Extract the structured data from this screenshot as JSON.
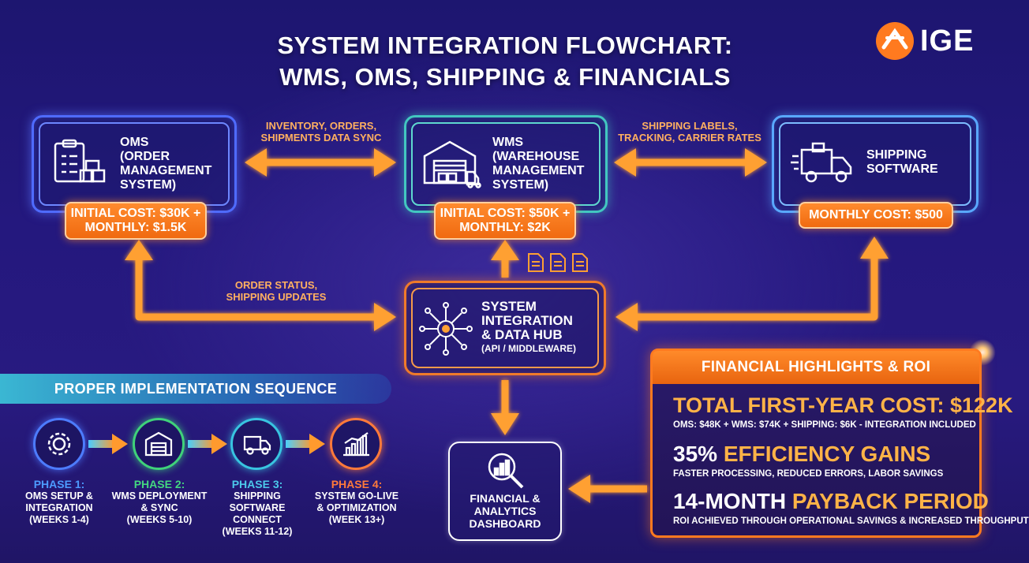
{
  "title": {
    "line1": "SYSTEM INTEGRATION FLOWCHART:",
    "line2": "WMS, OMS, SHIPPING & FINANCIALS"
  },
  "logo": {
    "text": "IGE"
  },
  "nodes": {
    "oms": {
      "line1": "OMS",
      "line2": "(ORDER",
      "line3": "MANAGEMENT",
      "line4": "SYSTEM)",
      "cost_line1": "INITIAL COST: $30K +",
      "cost_line2": "MONTHLY: $1.5K"
    },
    "wms": {
      "line1": "WMS",
      "line2": "(WAREHOUSE",
      "line3": "MANAGEMENT",
      "line4": "SYSTEM)",
      "cost_line1": "INITIAL COST: $50K +",
      "cost_line2": "MONTHLY: $2K"
    },
    "shipping": {
      "line1": "SHIPPING",
      "line2": "SOFTWARE",
      "cost_line1": "MONTHLY COST: $500"
    },
    "hub": {
      "line1": "SYSTEM",
      "line2": "INTEGRATION",
      "line3": "& DATA HUB",
      "line4": "(API / MIDDLEWARE)"
    },
    "dashboard": {
      "line1": "FINANCIAL &",
      "line2": "ANALYTICS",
      "line3": "DASHBOARD"
    }
  },
  "flows": {
    "oms_wms": {
      "line1": "INVENTORY, ORDERS,",
      "line2": "SHIPMENTS DATA SYNC"
    },
    "wms_shipping": {
      "line1": "SHIPPING LABELS,",
      "line2": "TRACKING, CARRIER RATES"
    },
    "hub_oms": {
      "line1": "ORDER STATUS,",
      "line2": "SHIPPING UPDATES"
    }
  },
  "implementation": {
    "heading": "PROPER IMPLEMENTATION SEQUENCE",
    "phases": [
      {
        "title": "PHASE 1:",
        "line1": "OMS SETUP &",
        "line2": "INTEGRATION",
        "line3": "(WEEKS 1-4)",
        "color": "#4d9bff",
        "icon": "gear-icon"
      },
      {
        "title": "PHASE 2:",
        "line1": "WMS DEPLOYMENT",
        "line2": "& SYNC",
        "line3": "(WEEKS 5-10)",
        "color": "#44d880",
        "icon": "warehouse-icon"
      },
      {
        "title": "PHASE 3:",
        "line1": "SHIPPING SOFTWARE",
        "line2": "CONNECT",
        "line3": "(WEEKS 11-12)",
        "color": "#4cc9ea",
        "icon": "truck-icon"
      },
      {
        "title": "PHASE 4:",
        "line1": "SYSTEM GO-LIVE",
        "line2": "& OPTIMIZATION",
        "line3": "(WEEK 13+)",
        "color": "#ff7a3a",
        "icon": "growth-chart-icon"
      }
    ]
  },
  "financials": {
    "heading": "FINANCIAL HIGHLIGHTS & ROI",
    "total_cost": "TOTAL FIRST-YEAR COST: $122K",
    "total_breakdown": "OMS: $48K + WMS: $74K + SHIPPING: $6K - INTEGRATION INCLUDED",
    "efficiency_value": "35%",
    "efficiency_label": "EFFICIENCY GAINS",
    "efficiency_detail": "FASTER PROCESSING, REDUCED ERRORS, LABOR SAVINGS",
    "payback_value": "14-MONTH",
    "payback_label": "PAYBACK PERIOD",
    "payback_detail": "ROI ACHIEVED THROUGH OPERATIONAL SAVINGS & INCREASED THROUGHPUT"
  },
  "colors": {
    "accent_orange": "#ff8a2a",
    "arrow_orange": "#ffa033",
    "title_white": "#ffffff",
    "highlight_gold": "#ffb347"
  }
}
